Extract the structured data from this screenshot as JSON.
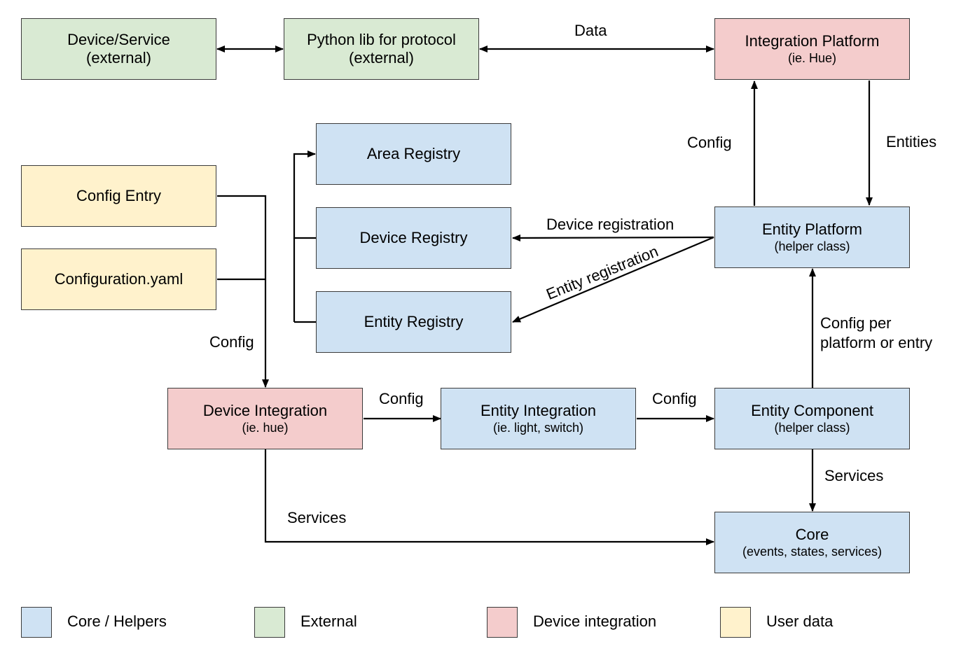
{
  "colors": {
    "core": "#cfe2f3",
    "external": "#d9ead3",
    "device": "#f4cccc",
    "user": "#fff2cc",
    "stroke": "#3b3b3b",
    "line": "#000000"
  },
  "nodes": {
    "device_service": {
      "line1": "Device/Service",
      "line2": "(external)"
    },
    "python_lib": {
      "line1": "Python lib for protocol",
      "line2": "(external)"
    },
    "integration_platform": {
      "title": "Integration Platform",
      "sub": "(ie. Hue)"
    },
    "area_registry": {
      "title": "Area Registry"
    },
    "device_registry": {
      "title": "Device Registry"
    },
    "entity_registry": {
      "title": "Entity Registry"
    },
    "config_entry": {
      "title": "Config Entry"
    },
    "configuration_yaml": {
      "title": "Configuration.yaml"
    },
    "entity_platform": {
      "title": "Entity Platform",
      "sub": "(helper class)"
    },
    "device_integration": {
      "title": "Device Integration",
      "sub": "(ie. hue)"
    },
    "entity_integration": {
      "title": "Entity Integration",
      "sub": "(ie. light, switch)"
    },
    "entity_component": {
      "title": "Entity Component",
      "sub": "(helper class)"
    },
    "core": {
      "title": "Core",
      "sub": "(events, states, services)"
    }
  },
  "edge_labels": {
    "data": "Data",
    "config_platform": "Config",
    "entities": "Entities",
    "device_registration": "Device registration",
    "entity_registration": "Entity registration",
    "config_user": "Config",
    "config_per_platform_1": "Config per",
    "config_per_platform_2": "platform or entry",
    "config_to_entity_integration": "Config",
    "config_to_entity_component": "Config",
    "services_component": "Services",
    "services_device": "Services"
  },
  "legend": [
    {
      "label": "Core / Helpers",
      "color": "#cfe2f3"
    },
    {
      "label": "External",
      "color": "#d9ead3"
    },
    {
      "label": "Device integration",
      "color": "#f4cccc"
    },
    {
      "label": "User data",
      "color": "#fff2cc"
    }
  ]
}
